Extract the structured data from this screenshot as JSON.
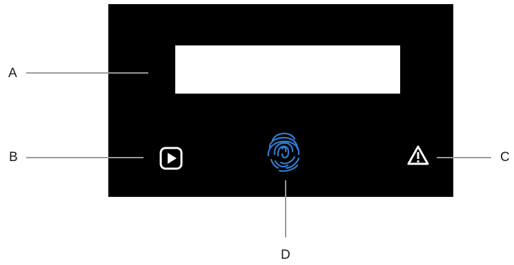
{
  "callouts": {
    "a": "A",
    "b": "B",
    "c": "C",
    "d": "D"
  },
  "icons": {
    "play": "play-icon",
    "warning": "warning-icon",
    "fingerprint": "fingerprint-icon"
  },
  "colors": {
    "panel": "#000000",
    "screen": "#ffffff",
    "icon": "#ffffff",
    "fingerprint": "#2f7fd6",
    "leader_line": "#9a9a9a",
    "label": "#1a1a1a"
  }
}
